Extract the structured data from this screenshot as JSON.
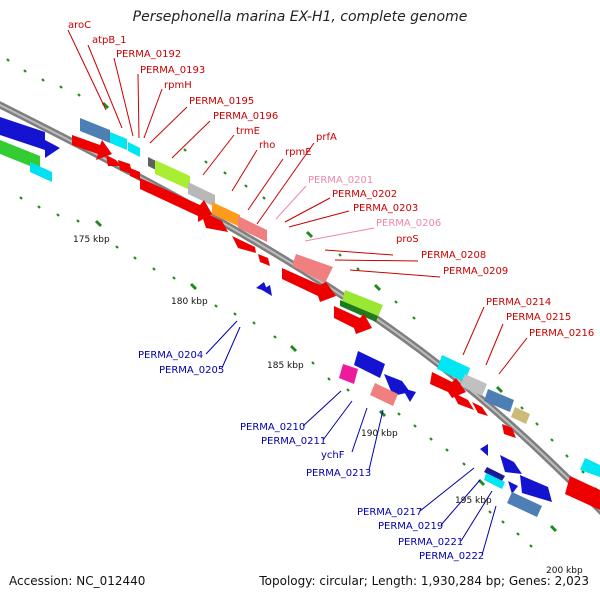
{
  "map": {
    "title": "Persephonella marina EX-H1, complete genome",
    "accession": "Accession: NC_012440",
    "summary": "Topology: circular; Length: 1,930,284 bp; Genes: 2,023"
  },
  "colors": {
    "backbone": "#8a8a8a",
    "tick": "#1f8a1f",
    "forward_label": "#cc0000",
    "reverse_label": "#0000aa",
    "faded_label": "#ee88aa"
  },
  "ticks": [
    "175 kbp",
    "180 kbp",
    "185 kbp",
    "190 kbp",
    "195 kbp",
    "200 kbp"
  ],
  "forward_labels": [
    "aroC",
    "atpB_1",
    "PERMA_0192",
    "PERMA_0193",
    "rpmH",
    "PERMA_0195",
    "PERMA_0196",
    "trmE",
    "rho",
    "rpmE",
    "prfA",
    "PERMA_0201",
    "PERMA_0202",
    "PERMA_0203",
    "PERMA_0206",
    "proS",
    "PERMA_0208",
    "PERMA_0209",
    "PERMA_0214",
    "PERMA_0215",
    "PERMA_0216"
  ],
  "reverse_labels": [
    "PERMA_0204",
    "PERMA_0205",
    "PERMA_0210",
    "PERMA_0211",
    "ychF",
    "PERMA_0213",
    "PERMA_0217",
    "PERMA_0219",
    "PERMA_0221",
    "PERMA_0222"
  ]
}
